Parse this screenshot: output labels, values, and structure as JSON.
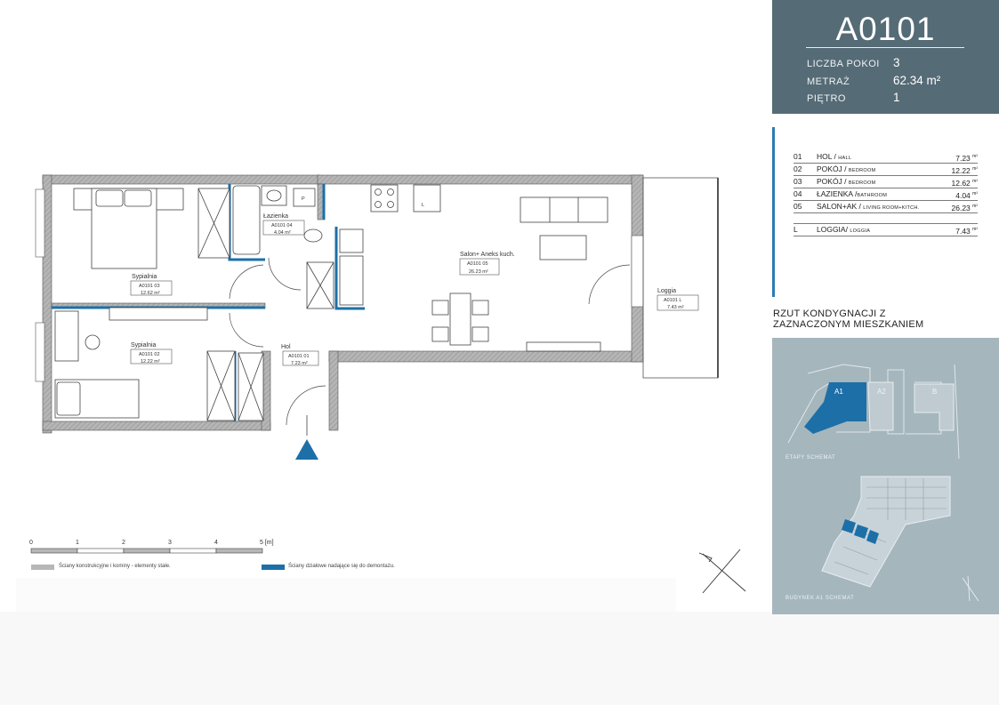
{
  "apartment": {
    "code": "A0101",
    "stats": [
      {
        "label": "LICZBA POKOI",
        "value": "3"
      },
      {
        "label": "METRAŻ",
        "value": "62.34 m²"
      },
      {
        "label": "PIĘTRO",
        "value": "1"
      }
    ]
  },
  "rooms": [
    {
      "num": "01",
      "name": "HOL / ",
      "name_small": "HALL",
      "area": "7.23",
      "unit": "m²"
    },
    {
      "num": "02",
      "name": "POKÓJ / ",
      "name_small": "BEDROOM",
      "area": "12.22",
      "unit": "m²"
    },
    {
      "num": "03",
      "name": "POKÓJ / ",
      "name_small": "BEDROOM",
      "area": "12.62",
      "unit": "m²"
    },
    {
      "num": "04",
      "name": "ŁAZIENKA /",
      "name_small": "BATHROOM",
      "area": "4.04",
      "unit": "m²"
    },
    {
      "num": "05",
      "name": "SALON+AK / ",
      "name_small": "LIVING ROOM+KITCH.",
      "area": "26.23",
      "unit": "m²"
    }
  ],
  "loggia_row": {
    "num": "L",
    "name": "LOGGIA/ ",
    "name_small": "LOGGIA",
    "area": "7.43",
    "unit": "m²"
  },
  "schema": {
    "title_line1": "RZUT KONDYGNACJI Z",
    "title_line2": "ZAZNACZONYM MIESZKANIEM",
    "stage_label": "ETAPY SCHEMAT",
    "building_label": "BUDYNEK A1 SCHEMAT",
    "sections": [
      "A1",
      "A2",
      "B"
    ],
    "highlight_color": "#1d6fa8"
  },
  "plan_labels": {
    "bath_name": "Łazienka",
    "bath_tag": "A0101 04",
    "bath_area": "4.04 m²",
    "bed3_name": "Sypialnia",
    "bed3_tag": "A0101 03",
    "bed3_area": "12.62 m²",
    "bed2_name": "Sypialnia",
    "bed2_tag": "A0101 02",
    "bed2_area": "12.22 m²",
    "hall_name": "Hol",
    "hall_tag": "A0101 01",
    "hall_area": "7.23 m²",
    "living_name": "Salon+ Aneks kuch.",
    "living_tag": "A0101 05",
    "living_area": "26.23 m²",
    "loggia_name": "Loggia",
    "loggia_tag": "A0101 L",
    "loggia_area": "7.43 m²",
    "fridge_mark": "L",
    "p_mark": "P"
  },
  "scale": {
    "ticks": [
      "0",
      "1",
      "2",
      "3",
      "4",
      "5 [m]"
    ]
  },
  "legend": [
    {
      "color": "#b7b7b7",
      "text": "Ściany konstrukcyjne i kominy - elementy stałe."
    },
    {
      "color": "#1d6fa8",
      "text": "Ściany działowe nadające się do demontażu."
    }
  ],
  "colors": {
    "header_bg": "#556b76",
    "accent": "#2e7bb2",
    "partition": "#1d6fa8",
    "schema_bg": "#a5b6bd"
  },
  "icons": [
    "entrance-arrow-icon",
    "north-compass-icon"
  ]
}
